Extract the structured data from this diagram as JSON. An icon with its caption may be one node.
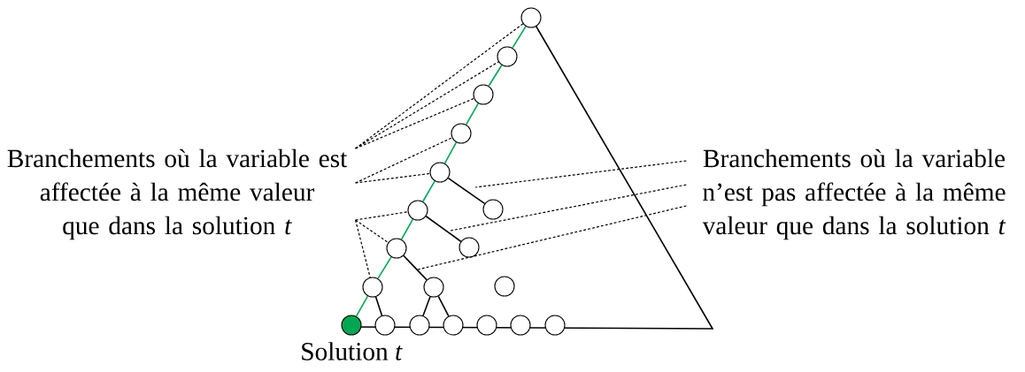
{
  "diagram": {
    "nodes": [
      {
        "text": [],
        "shape": "circle"
      },
      {
        "text": [],
        "shape": "circle"
      },
      {
        "text": [],
        "shape": "circle"
      },
      {
        "text": [],
        "shape": "circle"
      },
      {
        "text": [
          "Branchements où la variable est affectée à la même valeur que dans la solution *t*"
        ]
      },
      {
        "text": [
          "Branchements où la variable n’est pas affectée à la même valeur que dans la solution *t*"
        ]
      },
      {
        "text": [],
        "shape": "circle"
      },
      {
        "text": [],
        "shape": "circle"
      },
      {
        "text": [],
        "shape": "circle"
      },
      {
        "text": [],
        "shape": "circle"
      },
      {
        "text": [],
        "shape": "circle"
      },
      {
        "text": [],
        "shape": "circle"
      },
      {
        "text": [],
        "shape": "circle"
      },
      {
        "text": [],
        "shape": "circle"
      },
      {
        "text": [],
        "shape": "circle",
        "beside": [
          "Solution *t*"
        ]
      },
      {
        "text": [],
        "shape": "circle"
      },
      {
        "text": [],
        "shape": "circle"
      },
      {
        "text": [],
        "shape": "circle"
      },
      {
        "text": [],
        "shape": "circle"
      },
      {
        "text": [],
        "shape": "circle"
      },
      {
        "text": [],
        "shape": "circle"
      }
    ],
    "edges": [
      {
        "from": 0,
        "to": 1,
        "arrow": "none",
        "color": "#00a651"
      },
      {
        "from": 1,
        "to": 2,
        "arrow": "none",
        "color": "#00a651"
      },
      {
        "from": 2,
        "to": 3,
        "arrow": "none",
        "color": "#00a651"
      },
      {
        "from": 3,
        "to": 6,
        "arrow": "none",
        "color": "#00a651"
      },
      {
        "from": 6,
        "to": 8,
        "arrow": "none",
        "color": "#00a651"
      },
      {
        "from": 8,
        "to": 10,
        "arrow": "none",
        "color": "#00a651"
      },
      {
        "from": 10,
        "to": 11,
        "arrow": "none",
        "color": "#00a651"
      },
      {
        "from": 11,
        "to": 14,
        "arrow": "none",
        "color": "#00a651"
      },
      {
        "from": 6,
        "to": 7,
        "arrow": "none"
      },
      {
        "from": 8,
        "to": 9,
        "arrow": "none"
      },
      {
        "from": 10,
        "to": 12,
        "arrow": "none"
      },
      {
        "from": 11,
        "to": 15,
        "arrow": "none"
      },
      {
        "from": 12,
        "to": 16,
        "arrow": "none"
      },
      {
        "from": 12,
        "to": 17,
        "arrow": "none"
      },
      {
        "from": 4,
        "to": 0,
        "arrow": "none",
        "style": "dashed"
      },
      {
        "from": 4,
        "to": 1,
        "arrow": "none",
        "style": "dashed"
      },
      {
        "from": 4,
        "to": 2,
        "arrow": "none",
        "style": "dashed"
      },
      {
        "from": 4,
        "to": 3,
        "arrow": "none",
        "style": "dashed"
      },
      {
        "from": 4,
        "to": 6,
        "arrow": "none",
        "style": "dashed"
      },
      {
        "from": 4,
        "to": 8,
        "arrow": "none",
        "style": "dashed"
      },
      {
        "from": 4,
        "to": 10,
        "arrow": "none",
        "style": "dashed"
      },
      {
        "from": 4,
        "to": 11,
        "arrow": "none",
        "style": "dashed"
      },
      {
        "from": 5,
        "to": null,
        "arrow": "none",
        "style": "dashed"
      },
      {
        "from": 5,
        "to": null,
        "arrow": "none",
        "style": "dashed"
      },
      {
        "from": 5,
        "to": null,
        "arrow": "none",
        "style": "dashed"
      }
    ]
  }
}
